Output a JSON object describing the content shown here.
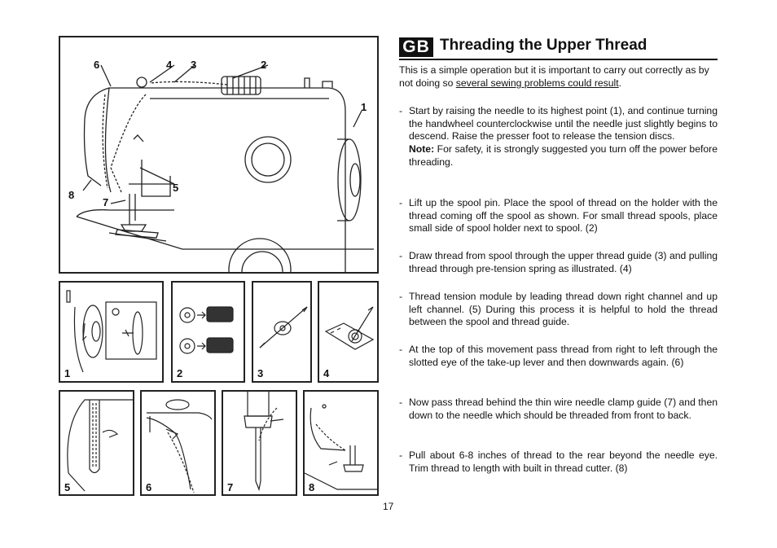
{
  "header": {
    "badge": "GB",
    "title": "Threading the Upper Thread"
  },
  "intro": {
    "text_before": "This is a simple operation but it is important to carry out correctly as by not doing so ",
    "underlined": "several sewing problems could result",
    "text_after": "."
  },
  "steps": [
    {
      "text": "Start by raising the needle to its highest point (1), and continue turning the handwheel counterclockwise until the needle just slightly begins to descend. Raise the presser foot to release the tension discs."
    },
    {
      "text": "Lift up the spool pin. Place the spool of thread on the holder with the thread coming off the spool as shown. For small thread spools, place small side of spool holder next to spool. (2)"
    },
    {
      "text": "Draw thread from spool through the upper thread guide (3) and pulling thread through pre-tension spring as illustrated. (4)"
    },
    {
      "text": "Thread tension module by leading thread down right channel and up left channel. (5) During this process it is helpful to hold the thread between the spool and thread guide."
    },
    {
      "text": "At the top of this movement pass thread from right to left through the slotted eye of the take-up lever and then downwards again. (6)"
    },
    {
      "text": "Now pass thread behind the thin wire needle clamp guide (7) and then down to the needle which should be threaded from front to back."
    },
    {
      "text": "Pull about 6-8 inches of thread to the rear beyond the needle eye. Trim thread to length with built in thread cutter. (8)"
    }
  ],
  "note": {
    "label": "Note:",
    "text": " For safety, it is strongly suggested you turn off the power before threading."
  },
  "main_figure": {
    "labels": [
      "6",
      "4",
      "3",
      "2",
      "1",
      "5",
      "8",
      "7"
    ]
  },
  "panels": [
    "1",
    "2",
    "3",
    "4",
    "5",
    "6",
    "7",
    "8"
  ],
  "page_number": "17",
  "dash": "-"
}
